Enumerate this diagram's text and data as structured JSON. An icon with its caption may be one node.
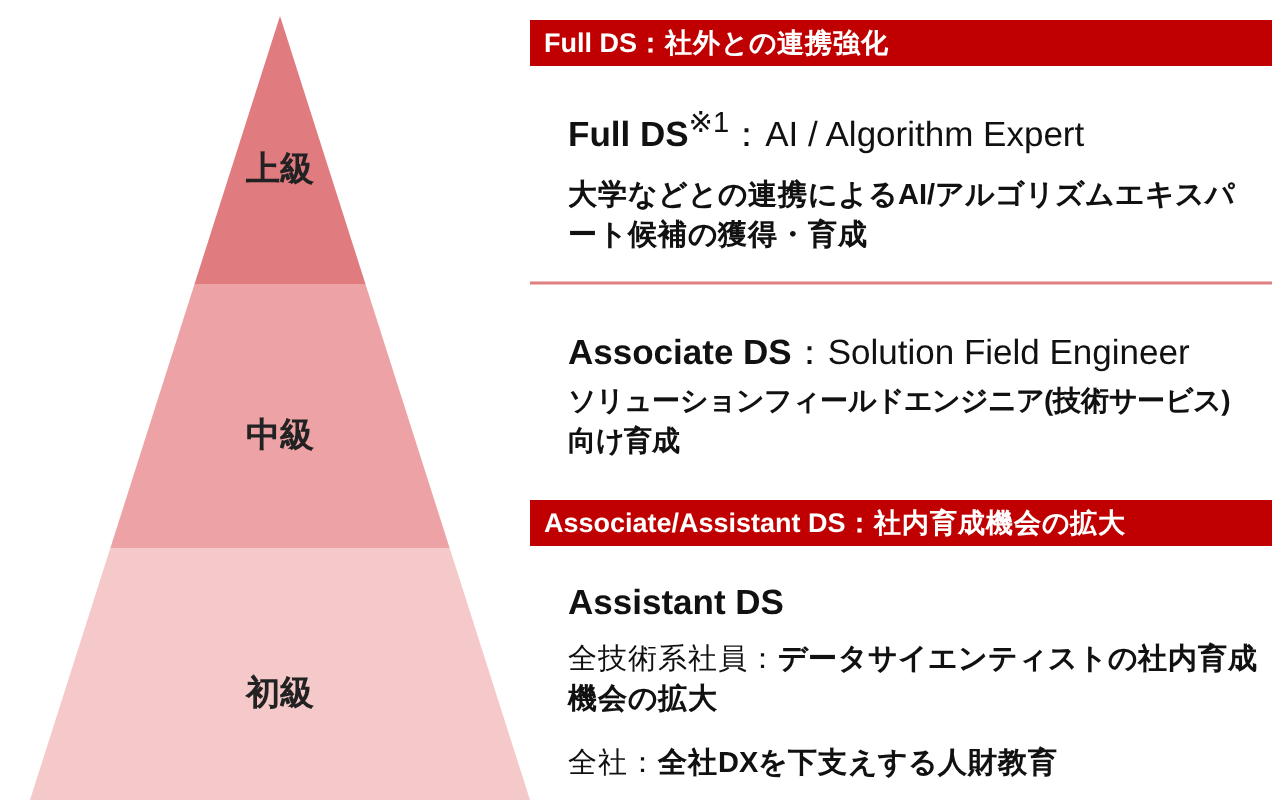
{
  "diagram": {
    "nodes": [
      {
        "text": [
          "上級"
        ]
      },
      {
        "text": [
          "中級"
        ]
      },
      {
        "text": [
          "初級"
        ]
      },
      {
        "text": [
          "Full DS：社外との連携強化"
        ]
      },
      {
        "text": [
          "Associate/Assistant DS：社内育成機会の拡大"
        ]
      }
    ],
    "labels": [
      "**Full DS**$^{※1}$：AI / Algorithm Expert",
      "大学などとの連携によるAI/アルゴリズムエキスパート候補の獲得・育成",
      "**Associate DS**：Solution Field Engineer",
      "ソリューションフィールドエンジニア(技術サービス)向け育成",
      "Assistant DS",
      "全技術系社員：**データサイエンティストの社内育成機会の拡大**",
      "全社：**全社DXを下支えする人財教育**"
    ]
  }
}
